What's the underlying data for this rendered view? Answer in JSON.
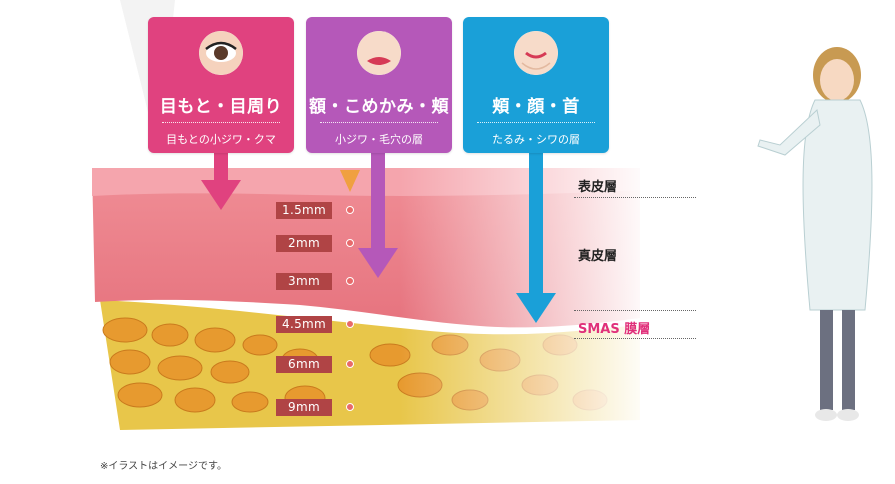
{
  "cards": [
    {
      "title": "目もと・目周り",
      "subtitle": "目もとの小ジワ・クマ",
      "color": "#e0427f",
      "face_icon": "eye-face-icon"
    },
    {
      "title": "額・こめかみ・頬",
      "subtitle": "小ジワ・毛穴の層",
      "color": "#b558b9",
      "face_icon": "lips-face-icon"
    },
    {
      "title": "頬・顔・首",
      "subtitle": "たるみ・シワの層",
      "color": "#1aa0d8",
      "face_icon": "chin-face-icon"
    }
  ],
  "depths": [
    "1.5mm",
    "2mm",
    "3mm",
    "4.5mm",
    "6mm",
    "9mm"
  ],
  "layers": [
    {
      "label": "表皮層"
    },
    {
      "label": "真皮層"
    },
    {
      "label": "SMAS 膜層"
    }
  ],
  "note": "※イラストはイメージです。",
  "colors": {
    "skin": "#eb7d86",
    "fat": "#e8c64a",
    "fat_cell": "#e79a2f",
    "depth_badge": "#b04445",
    "smas_label": "#e0307a"
  }
}
